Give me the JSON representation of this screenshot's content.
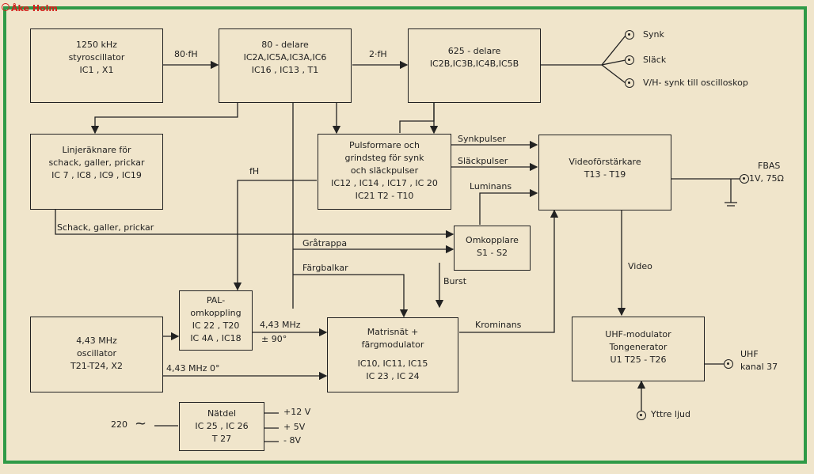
{
  "credit": "Åke Holm",
  "blocks": {
    "oscillator": [
      "1250 kHz",
      "styroscillator",
      "IC1 , X1"
    ],
    "div80": [
      "80 - delare",
      "IC2A,IC5A,IC3A,IC6",
      "IC16 , IC13 , T1"
    ],
    "div625": [
      "625 - delare",
      "IC2B,IC3B,IC4B,IC5B"
    ],
    "linecounter": [
      "Linjeräknare  för",
      "schack, galler, prickar",
      "IC 7 , IC8  , IC9 , IC19"
    ],
    "pulse": [
      "Pulsformare  och",
      "grindsteg  för  synk",
      "och  släckpulser",
      "IC12 , IC14 , IC17 , IC 20",
      "IC21          T2 - T10"
    ],
    "video_amp": [
      "Videoförstärkare",
      "T13 - T19"
    ],
    "switch": [
      "Omkopplare",
      "S1 - S2"
    ],
    "pal": [
      "PAL-",
      "omkoppling",
      "IC 22 , T20",
      "IC 4A , IC18"
    ],
    "osc443": [
      "4,43 MHz",
      "oscillator",
      "T21-T24, X2"
    ],
    "matrix": [
      "Matrisnät  +",
      "färgmodulator",
      "IC10, IC11, IC15",
      "IC 23 , IC 24"
    ],
    "uhf": [
      "UHF-modulator",
      "Tongenerator",
      "U1        T25 - T26"
    ],
    "psu": [
      "Nätdel",
      "IC 25  , IC 26",
      "T 27"
    ]
  },
  "labels": {
    "f80": "80·fH",
    "f2": "2·fH",
    "synk": "Synk",
    "slack": "Släck",
    "vh": "V/H- synk till oscilloskop",
    "synkpulser": "Synkpulser",
    "slackpulser": "Släckpulser",
    "luminans": "Luminans",
    "fh": "fH",
    "fbas": "FBAS",
    "fbas_spec": "1V, 75Ω",
    "schack": "Schack, galler, prickar",
    "gratrappa": "Gråtrappa",
    "fargbalkar": "Färgbalkar",
    "burst": "Burst",
    "video": "Video",
    "krominans": "Krominans",
    "f443_90": "4,43 MHz",
    "pm90": "± 90°",
    "f443_0": "4,43 MHz   0°",
    "uhf": "UHF",
    "kanal": "kanal 37",
    "yttre": "Yttre ljud",
    "mains": "220",
    "tilde": "~",
    "v12": "+12 V",
    "v5": "+ 5V",
    "vm8": "- 8V"
  }
}
